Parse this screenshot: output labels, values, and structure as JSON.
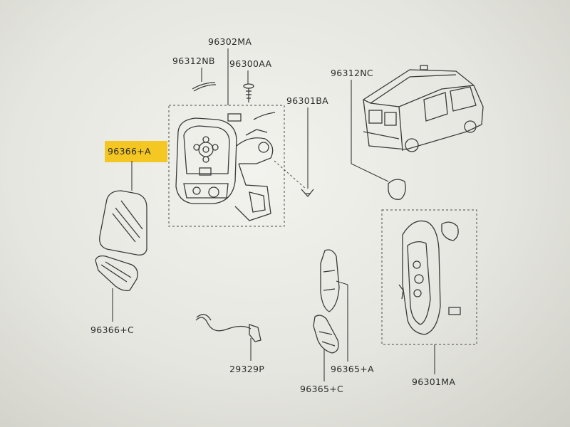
{
  "labels": {
    "p96302MA": "96302MA",
    "p96312NB": "96312NB",
    "p96300AA": "96300AA",
    "p96301BA": "96301BA",
    "p96312NC": "96312NC",
    "p96366A": "96366+A",
    "p96366C": "96366+C",
    "p29329P": "29329P",
    "p96365A": "96365+A",
    "p96365C": "96365+C",
    "p96301MA": "96301MA"
  },
  "colors": {
    "highlight": "#f5c000",
    "ink": "#2a2a2a"
  }
}
